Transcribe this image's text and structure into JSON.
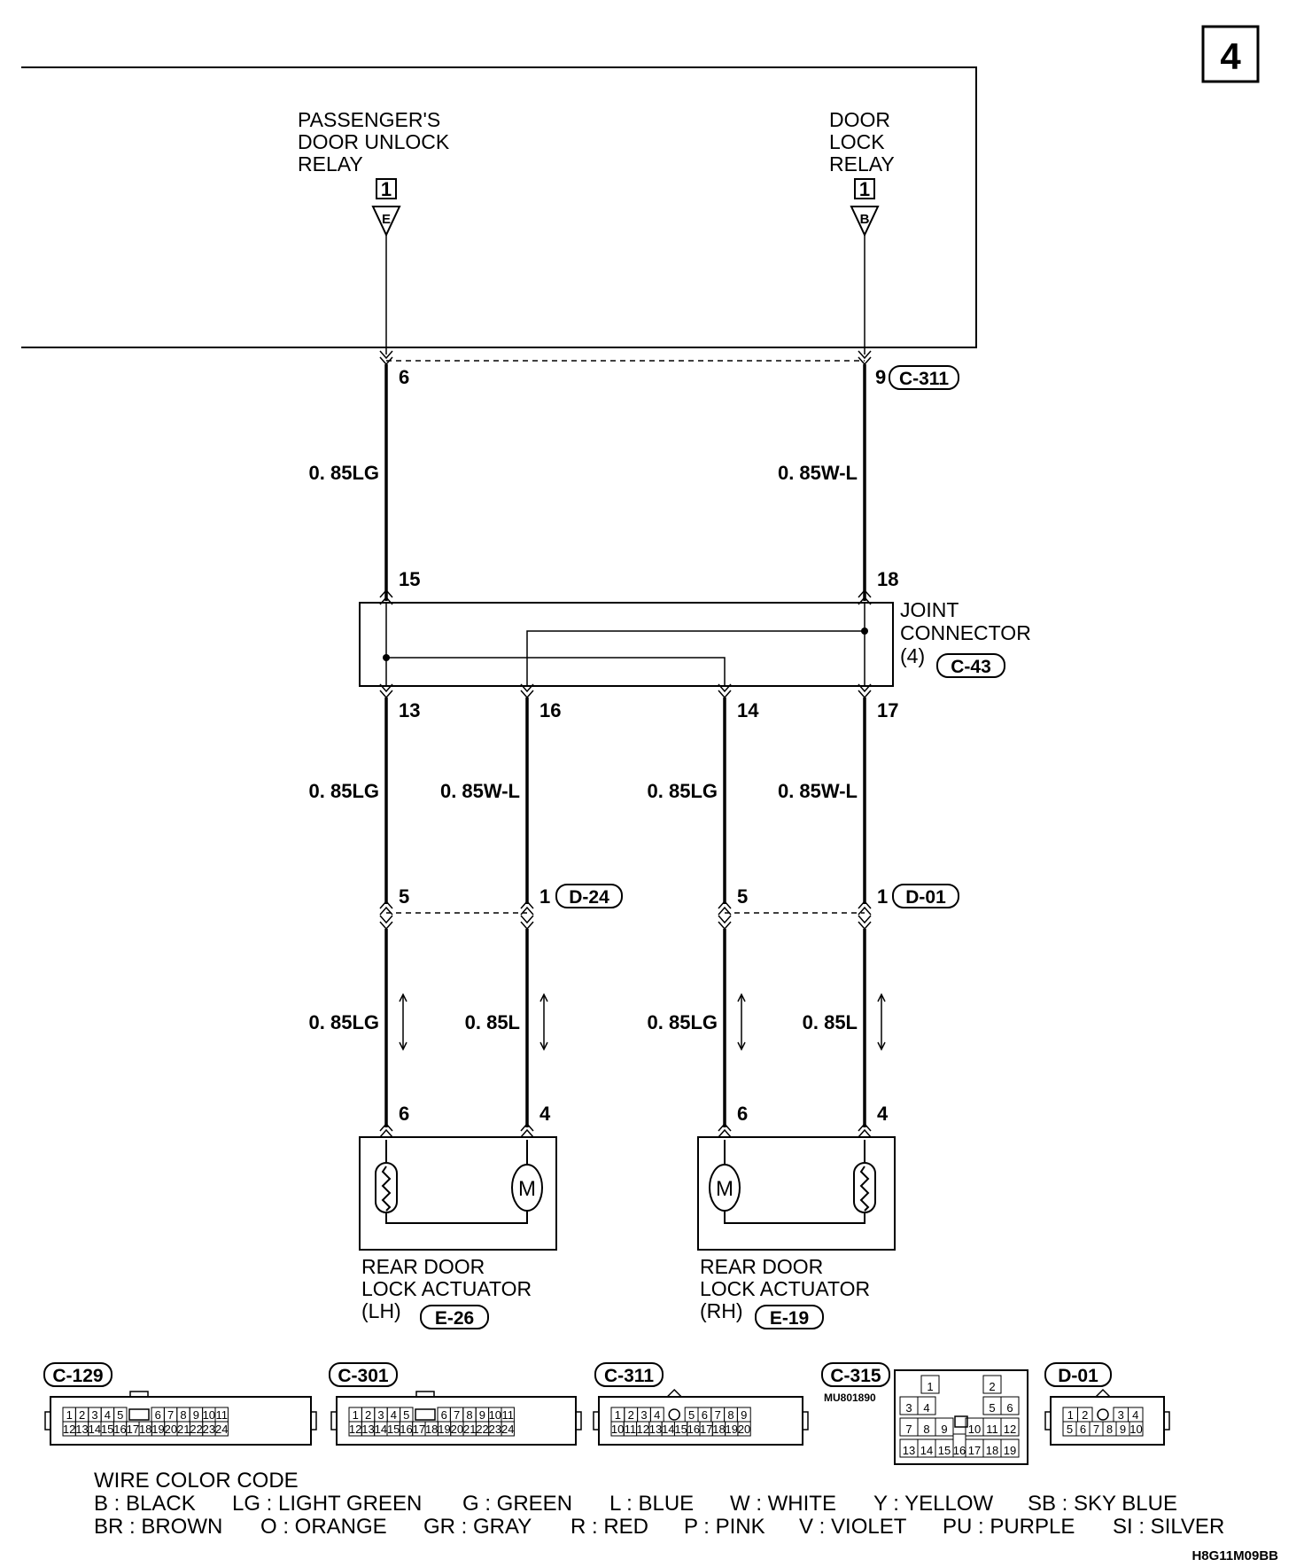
{
  "page_number": "4",
  "relays": [
    {
      "lines": [
        "PASSENGER'S",
        "DOOR UNLOCK",
        "RELAY"
      ],
      "pin": "1",
      "terminal": "E"
    },
    {
      "lines": [
        "DOOR",
        "LOCK",
        "RELAY"
      ],
      "pin": "1",
      "terminal": "B"
    }
  ],
  "c311_pins": {
    "left": "6",
    "right": "9",
    "connector": "C-311"
  },
  "upper_wires": {
    "left": "0. 85LG",
    "right": "0. 85W-L"
  },
  "joint_connector": {
    "lines": [
      "JOINT",
      "CONNECTOR",
      "(4)"
    ],
    "connector": "C-43",
    "pins_top": [
      "15",
      "18"
    ],
    "pins_bottom": [
      "13",
      "16",
      "14",
      "17"
    ]
  },
  "mid_wires": [
    "0. 85LG",
    "0. 85W-L",
    "0. 85LG",
    "0. 85W-L"
  ],
  "door_connectors": [
    {
      "pin_a": "5",
      "pin_b": "1",
      "connector": "D-24"
    },
    {
      "pin_a": "5",
      "pin_b": "1",
      "connector": "D-01"
    }
  ],
  "lower_wires": [
    "0. 85LG",
    "0. 85L",
    "0. 85LG",
    "0. 85L"
  ],
  "actuator_pins": [
    "6",
    "4",
    "6",
    "4"
  ],
  "actuators": [
    {
      "lines": [
        "REAR DOOR",
        "LOCK ACTUATOR",
        "(LH)"
      ],
      "connector": "E-26"
    },
    {
      "lines": [
        "REAR DOOR",
        "LOCK ACTUATOR",
        "(RH)"
      ],
      "connector": "E-19"
    }
  ],
  "connector_views": {
    "c129": {
      "label": "C-129",
      "top": [
        "1",
        "2",
        "3",
        "4",
        "5",
        "6",
        "7",
        "8",
        "9",
        "10",
        "11"
      ],
      "bottom": [
        "12",
        "13",
        "14",
        "15",
        "16",
        "17",
        "18",
        "19",
        "20",
        "21",
        "22",
        "23",
        "24"
      ]
    },
    "c301": {
      "label": "C-301",
      "top": [
        "1",
        "2",
        "3",
        "4",
        "5",
        "6",
        "7",
        "8",
        "9",
        "10",
        "11"
      ],
      "bottom": [
        "12",
        "13",
        "14",
        "15",
        "16",
        "17",
        "18",
        "19",
        "20",
        "21",
        "22",
        "23",
        "24"
      ]
    },
    "c311": {
      "label": "C-311",
      "top": [
        "1",
        "2",
        "3",
        "4",
        "5",
        "6",
        "7",
        "8",
        "9"
      ],
      "bottom": [
        "10",
        "11",
        "12",
        "13",
        "14",
        "15",
        "16",
        "17",
        "18",
        "19",
        "20"
      ]
    },
    "c315": {
      "label": "C-315",
      "part_no": "MU801890",
      "cells": [
        "1",
        "2",
        "3",
        "4",
        "5",
        "6",
        "7",
        "8",
        "9",
        "10",
        "11",
        "12",
        "13",
        "14",
        "15",
        "16",
        "17",
        "18",
        "19"
      ]
    },
    "d01": {
      "label": "D-01",
      "top": [
        "1",
        "2",
        "3",
        "4"
      ],
      "bottom": [
        "5",
        "6",
        "7",
        "8",
        "9",
        "10"
      ]
    }
  },
  "wire_color_code": {
    "title": "WIRE COLOR CODE",
    "line1": [
      "B : BLACK",
      "LG : LIGHT GREEN",
      "G : GREEN",
      "L : BLUE",
      "W : WHITE",
      "Y : YELLOW",
      "SB : SKY BLUE"
    ],
    "line2": [
      "BR : BROWN",
      "O : ORANGE",
      "GR : GRAY",
      "R : RED",
      "P : PINK",
      "V : VIOLET",
      "PU : PURPLE",
      "SI : SILVER"
    ]
  },
  "diagram_code": "H8G11M09BB"
}
